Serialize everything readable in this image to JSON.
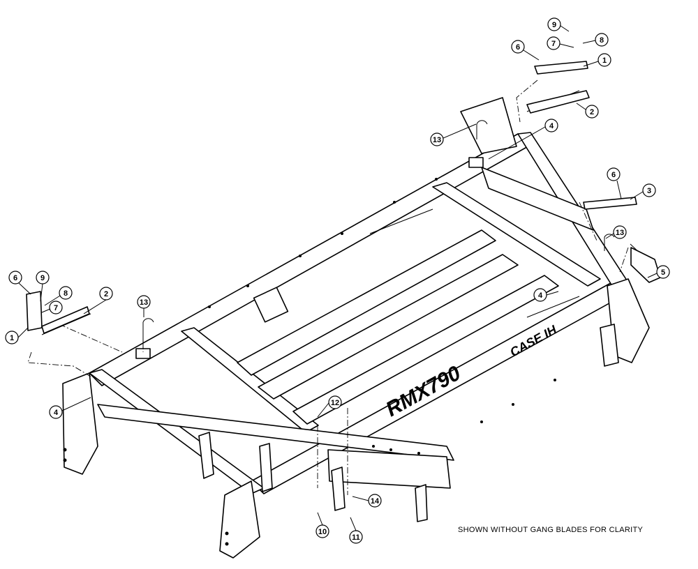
{
  "caption": "SHOWN WITHOUT GANG BLADES FOR CLARITY",
  "model_label": "RMX790",
  "brand_label": "CASE IH",
  "callouts": [
    "9",
    "8",
    "7",
    "6",
    "1",
    "2",
    "13",
    "4",
    "6",
    "3",
    "13",
    "5",
    "4",
    "6",
    "9",
    "8",
    "7",
    "1",
    "2",
    "13",
    "4",
    "12",
    "14",
    "10",
    "11"
  ]
}
